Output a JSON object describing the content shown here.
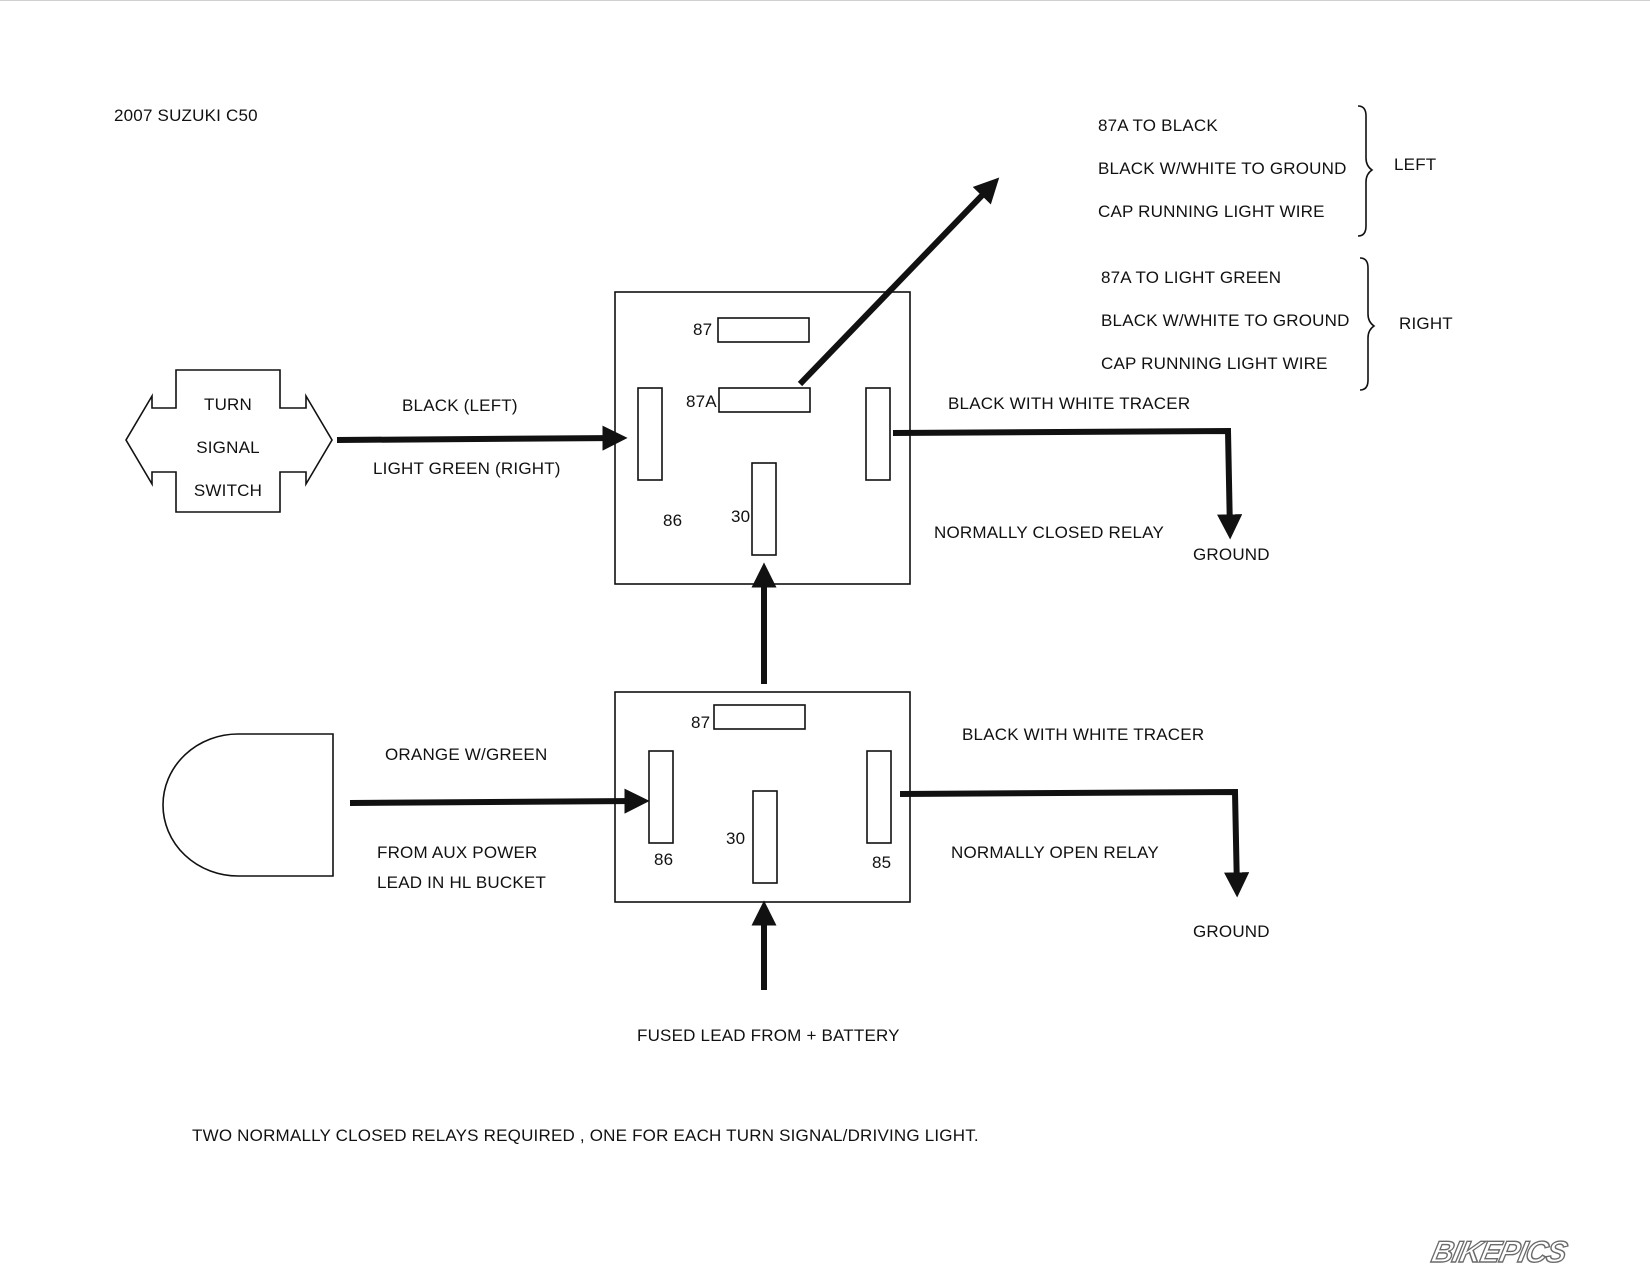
{
  "title": "2007 SUZUKI C50",
  "turn_signal_switch": {
    "line1": "TURN",
    "line2": "SIGNAL",
    "line3": "SWITCH"
  },
  "wires": {
    "switch_to_relay_top": "BLACK (LEFT)",
    "switch_to_relay_bottom": "LIGHT GREEN  (RIGHT)",
    "aux_wire": "ORANGE W/GREEN",
    "aux_source_line1": "FROM AUX POWER",
    "aux_source_line2": "LEAD IN HL BUCKET",
    "battery_lead": "FUSED LEAD FROM + BATTERY",
    "upper_ground_wire": "BLACK WITH WHITE TRACER",
    "lower_ground_wire": "BLACK WITH WHITE TRACER",
    "upper_ground": "GROUND",
    "lower_ground": "GROUND"
  },
  "relays": {
    "upper": {
      "type_label": "NORMALLY CLOSED RELAY",
      "pins": {
        "p87": "87",
        "p87a": "87A",
        "p86": "86",
        "p30": "30"
      }
    },
    "lower": {
      "type_label": "NORMALLY OPEN RELAY",
      "pins": {
        "p87": "87",
        "p30": "30",
        "p86": "86",
        "p85": "85"
      }
    }
  },
  "left_group": {
    "label": "LEFT",
    "lines": [
      "87A TO BLACK",
      "BLACK  W/WHITE TO GROUND",
      "CAP RUNNING LIGHT WIRE"
    ]
  },
  "right_group": {
    "label": "RIGHT",
    "lines": [
      "87A TO LIGHT GREEN",
      "BLACK  W/WHITE TO GROUND",
      "CAP RUNNING LIGHT WIRE"
    ]
  },
  "footnote": "TWO NORMALLY CLOSED RELAYS REQUIRED , ONE FOR EACH TURN SIGNAL/DRIVING LIGHT.",
  "watermark": "BIKEPICS",
  "colors": {
    "ink": "#111111",
    "background": "#ffffff",
    "watermark_outline": "#6b6b6b"
  }
}
